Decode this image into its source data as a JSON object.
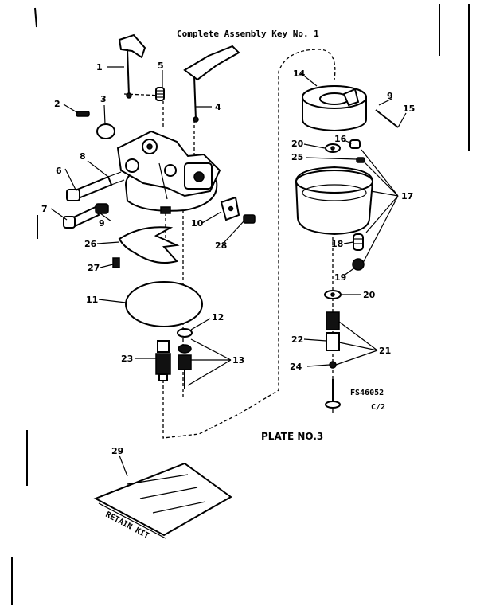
{
  "title": "Complete Assembly Key No. 1",
  "plate": "PLATE NO.3",
  "drawing_code": "FS46052",
  "sheet": "C/2",
  "kit_label": "RETAIN KIT",
  "callouts": {
    "c1": "1",
    "c2": "2",
    "c3": "3",
    "c4": "4",
    "c5": "5",
    "c6": "6",
    "c7": "7",
    "c8": "8",
    "c9": "9",
    "c10": "10",
    "c11": "11",
    "c12": "12",
    "c13": "13",
    "c14": "14",
    "c15": "15",
    "c16": "16",
    "c17": "17",
    "c18": "18",
    "c19": "19",
    "c20a": "20",
    "c20b": "20",
    "c21": "21",
    "c22": "22",
    "c23": "23",
    "c24": "24",
    "c25": "25",
    "c26": "26",
    "c27": "27",
    "c28": "28",
    "c29": "29"
  }
}
